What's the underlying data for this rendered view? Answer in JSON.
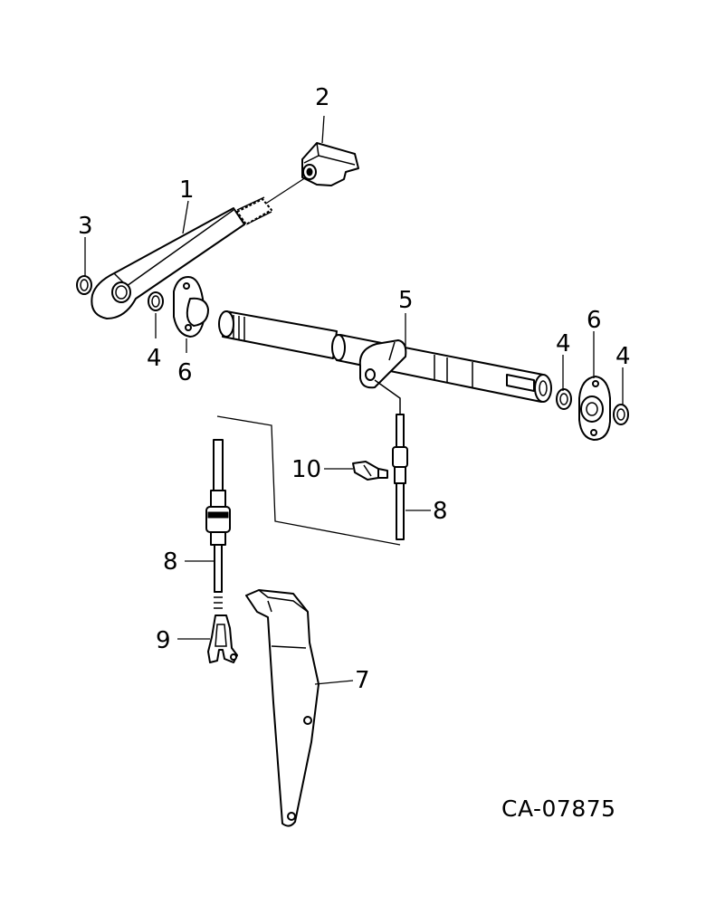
{
  "diagram": {
    "drawing_number": "CA-07875",
    "callouts": {
      "lever_arm": "1",
      "pedal_pad": "2",
      "snap_ring_left": "3",
      "washer_left": "4",
      "washer_right_inner": "4",
      "washer_right_outer": "4",
      "shaft": "5",
      "bearing_left": "6",
      "bearing_right": "6",
      "bracket": "7",
      "rod_right": "8",
      "rod_left": "8",
      "clevis": "9",
      "clip": "10"
    }
  }
}
